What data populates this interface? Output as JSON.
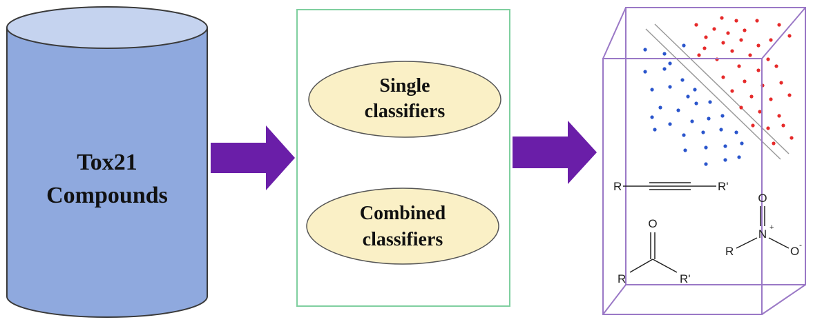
{
  "database": {
    "line1": "Tox21",
    "line2": "Compounds"
  },
  "classifiers": {
    "single": {
      "line1": "Single",
      "line2": "classifiers"
    },
    "combined": {
      "line1": "Combined",
      "line2": "classifiers"
    }
  },
  "chem_labels": {
    "alkyne_left": "R",
    "alkyne_right": "R'",
    "carbonyl_o": "O",
    "carbonyl_left": "R",
    "carbonyl_right": "R'",
    "nitro_o_top": "O",
    "nitro_n": "N",
    "nitro_n_charge": "+",
    "nitro_o_right": "O",
    "nitro_o_charge": "-",
    "nitro_r": "R"
  },
  "colors": {
    "cylinder_fill": "#8fa9de",
    "cylinder_top": "#c5d3ef",
    "cylinder_stroke": "#3a3a3a",
    "arrow": "#6a1ea8",
    "box_border": "#7fcf9f",
    "ellipse_fill": "#faf0c6",
    "ellipse_stroke": "#555555",
    "cube_edge": "#9a78c6",
    "class_red": "#e62a2a",
    "class_blue": "#2a55cc",
    "separator": "#9a9a9a"
  }
}
